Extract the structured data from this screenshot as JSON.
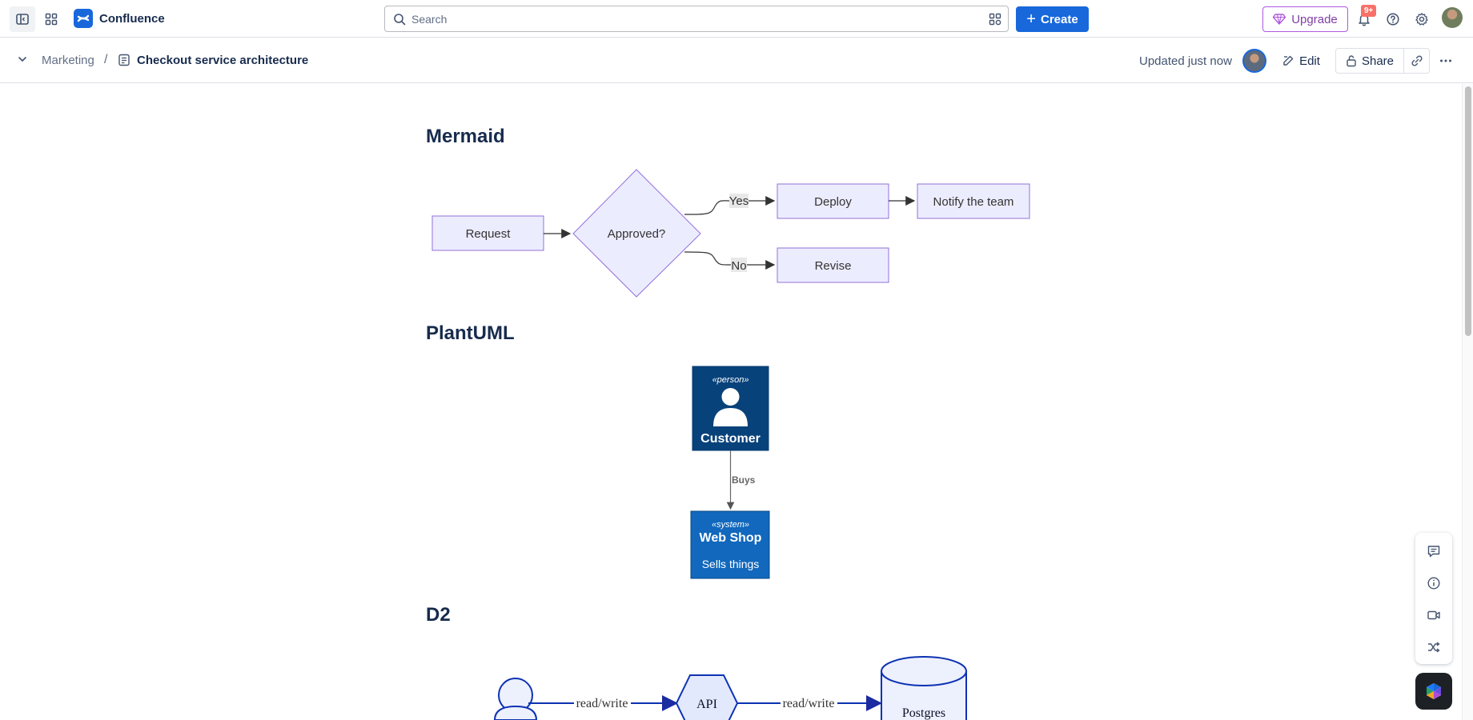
{
  "topbar": {
    "product_name": "Confluence",
    "search_placeholder": "Search",
    "create_label": "Create",
    "upgrade_label": "Upgrade",
    "notification_count": "9+",
    "brand_color": "#1868db"
  },
  "page_header": {
    "breadcrumb_space": "Marketing",
    "breadcrumb_separator": "/",
    "page_title": "Checkout service architecture",
    "status": "Updated just now",
    "edit_label": "Edit",
    "share_label": "Share"
  },
  "sections": {
    "mermaid": {
      "heading": "Mermaid",
      "nodes": {
        "request": "Request",
        "approved": "Approved?",
        "deploy": "Deploy",
        "notify": "Notify the team",
        "revise": "Revise"
      },
      "edges": {
        "yes": "Yes",
        "no": "No"
      }
    },
    "plantuml": {
      "heading": "PlantUML",
      "person_stereotype": "«person»",
      "person_name": "Customer",
      "relation": "Buys",
      "system_stereotype": "«system»",
      "system_name": "Web Shop",
      "system_desc": "Sells things"
    },
    "d2": {
      "heading": "D2",
      "edge1": "read/write",
      "api": "API",
      "edge2": "read/write",
      "db": "Postgres"
    }
  },
  "icons": {
    "sidebar_toggle": "sidebar-toggle-icon",
    "apps": "app-switcher-icon",
    "search": "search-icon",
    "upgrade": "gem-icon",
    "notifications": "bell-icon",
    "help": "help-icon",
    "settings": "gear-icon"
  }
}
